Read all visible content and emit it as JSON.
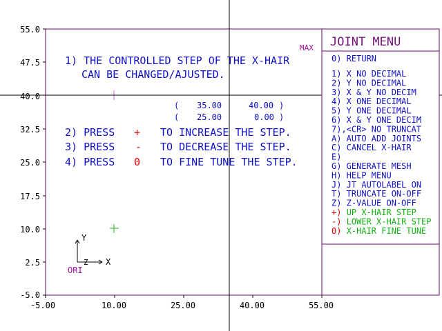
{
  "colors": {
    "background": "#ffffff",
    "frame": "#6a0a6a",
    "axis_text": "#000000",
    "instructions": "#1010c8",
    "menu_title": "#7a127a",
    "menu_items": "#1010c8",
    "key_red": "#e00000",
    "menu_green": "#10b010",
    "max_label": "#a010a0",
    "origin_label": "#a010a0",
    "crosshair": "#000000",
    "marker_pink": "#d060d0",
    "marker_green": "#20b020"
  },
  "plot": {
    "x_ticks": [
      "-5.00",
      "10.00",
      "25.00",
      "40.00",
      "55.00"
    ],
    "y_ticks": [
      "55.0",
      "47.5",
      "40.0",
      "32.5",
      "25.0",
      "17.5",
      "10.0",
      "2.5",
      "-5.0"
    ],
    "max_label": "MAX",
    "origin": {
      "y": "Y",
      "x": "X",
      "z": "Z",
      "label": "ORI"
    },
    "coords": {
      "row1": {
        "open": "(",
        "a": "35.00",
        "b": "40.00",
        "close": ")"
      },
      "row2": {
        "open": "(",
        "a": "25.00",
        "b": "0.00",
        "close": ")"
      }
    }
  },
  "instructions": {
    "line1": "1) THE CONTROLLED STEP OF THE X-HAIR",
    "line2": "CAN BE CHANGED/AJUSTED.",
    "steps": [
      {
        "prefix": "2) PRESS",
        "key": "+",
        "text": "TO INCREASE THE STEP."
      },
      {
        "prefix": "3) PRESS",
        "key": "-",
        "text": "TO DECREASE THE STEP."
      },
      {
        "prefix": "4) PRESS",
        "key": "0",
        "text": "TO FINE TUNE THE STEP."
      }
    ]
  },
  "menu": {
    "title": "JOINT MENU",
    "items": [
      {
        "label": "0) RETURN",
        "color": "blue"
      },
      {
        "label": "1) X NO DECIMAL",
        "color": "blue"
      },
      {
        "label": "2) Y NO DECIMAL",
        "color": "blue"
      },
      {
        "label": "3) X & Y NO DECIM",
        "color": "blue"
      },
      {
        "label": "4) X ONE DECIMAL",
        "color": "blue"
      },
      {
        "label": "5) Y ONE DECIMAL",
        "color": "blue"
      },
      {
        "label": "6) X & Y ONE DECIM",
        "color": "blue"
      },
      {
        "label": "7),<CR> NO TRUNCAT",
        "color": "blue"
      },
      {
        "label": "A) AUTO ADD JOINTS",
        "color": "blue"
      },
      {
        "label": "C) CANCEL X-HAIR",
        "color": "blue"
      },
      {
        "label": "E)",
        "color": "blue"
      },
      {
        "label": "G) GENERATE MESH",
        "color": "blue"
      },
      {
        "label": "H) HELP MENU",
        "color": "blue"
      },
      {
        "label": "J) JT AUTOLABEL ON",
        "color": "blue"
      },
      {
        "label": "T) TRUNCATE ON-OFF",
        "color": "blue"
      },
      {
        "label": "Z) Z-VALUE ON-OFF",
        "color": "blue"
      },
      {
        "key": "+)",
        "label": "UP X-HAIR STEP",
        "color": "green"
      },
      {
        "key": "-)",
        "label": "LOWER X-HAIR STEP",
        "color": "green"
      },
      {
        "key": "0)",
        "label": "X-HAIR FINE TUNE",
        "color": "green"
      }
    ]
  }
}
